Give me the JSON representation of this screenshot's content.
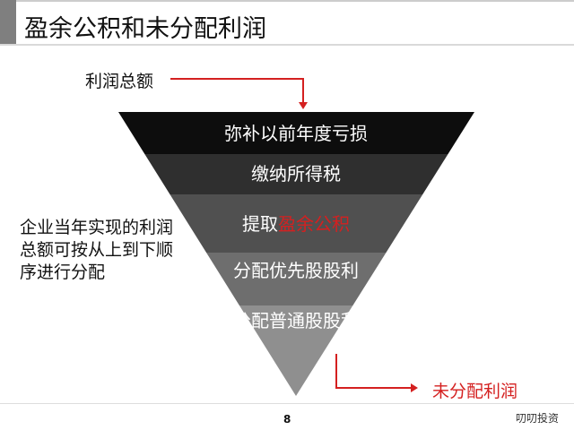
{
  "title": "盈余公积和未分配利润",
  "profit_total": "利润总额",
  "side_note": "企业当年实现的利润总额可按从上到下顺序进行分配",
  "bands": [
    {
      "label": "弥补以前年度亏损"
    },
    {
      "label": "缴纳所得税"
    },
    {
      "label_prefix": "提取",
      "label_highlight": "盈余公积"
    },
    {
      "label": "分配优先股股利"
    },
    {
      "label": "分配普通股股利"
    }
  ],
  "undistributed": "未分配利润",
  "page_number": "8",
  "brand": "叨叨投资",
  "colors": {
    "accent": "#d42020",
    "bands": [
      "#0d0d0d",
      "#2f2f2f",
      "#505050",
      "#6e6e6e",
      "#8f8f8f"
    ]
  }
}
